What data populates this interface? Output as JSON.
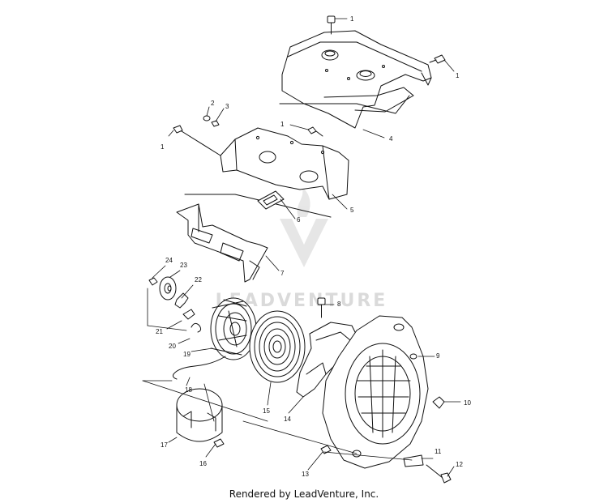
{
  "watermark": {
    "text": "LEADVENTURE"
  },
  "footer": {
    "text": "Rendered by LeadVenture, Inc."
  },
  "callouts": {
    "c1a": "1",
    "c1b": "1",
    "c1c": "1",
    "c1d": "1",
    "c2": "2",
    "c3": "3",
    "c4": "4",
    "c5": "5",
    "c6": "6",
    "c7": "7",
    "c8": "8",
    "c9": "9",
    "c10": "10",
    "c11": "11",
    "c12": "12",
    "c13": "13",
    "c14": "14",
    "c15": "15",
    "c16": "16",
    "c17": "17",
    "c18": "18",
    "c19": "19",
    "c20": "20",
    "c21": "21",
    "c22": "22",
    "c23": "23",
    "c24": "24"
  }
}
